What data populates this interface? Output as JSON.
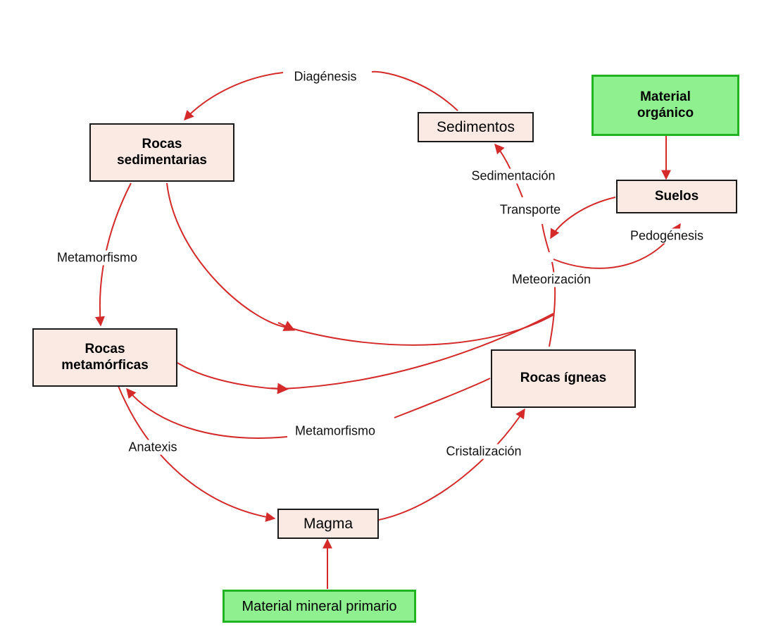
{
  "nodes": {
    "rocas_sedimentarias": "Rocas\nsedimentarias",
    "sedimentos": "Sedimentos",
    "material_organico": "Material\norgánico",
    "suelos": "Suelos",
    "rocas_metamorficas": "Rocas\nmetamórficas",
    "rocas_igneas": "Rocas ígneas",
    "magma": "Magma",
    "material_mineral": "Material mineral primario"
  },
  "edge_labels": {
    "diagenesis": "Diagénesis",
    "sedimentacion": "Sedimentación",
    "transporte": "Transporte",
    "pedogenesis": "Pedogénesis",
    "meteorizacion": "Meteorización",
    "metamorfismo_1": "Metamorfismo",
    "metamorfismo_2": "Metamorfismo",
    "anatexis": "Anatexis",
    "cristalizacion": "Cristalización"
  },
  "colors": {
    "arrow": "#d42a2a",
    "rock_fill": "#fbe9e3",
    "source_fill": "#8ef08e",
    "source_border": "#22b322"
  }
}
